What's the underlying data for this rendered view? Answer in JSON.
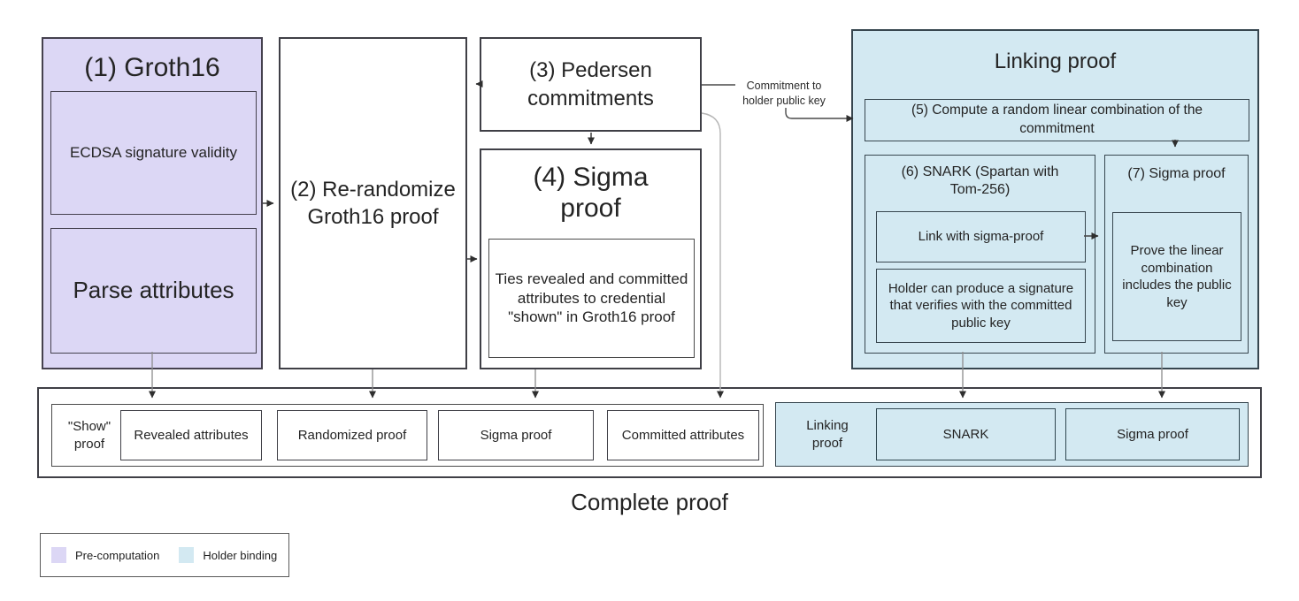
{
  "palette": {
    "precomputation_fill": "#dcd7f5",
    "holder_binding_fill": "#d3e9f2",
    "box_border": "#3f3f46",
    "connector_dark": "#4a4a4a",
    "connector_gray": "#8c8c8c",
    "connector_light": "#b5b5b5"
  },
  "nodes": {
    "groth16": {
      "title": "(1) Groth16",
      "ecdsa": "ECDSA signature validity",
      "parse": "Parse attributes"
    },
    "rerandomize": {
      "label": "(2) Re-randomize Groth16 proof"
    },
    "pedersen": {
      "label": "(3) Pedersen commitments"
    },
    "sigma4": {
      "title": "(4) Sigma proof",
      "body": "Ties revealed and committed attributes to credential \"shown\" in Groth16 proof"
    },
    "linking": {
      "title": "Linking proof",
      "step5": {
        "label": "(5) Compute a random linear combination of the commitment"
      },
      "step6": {
        "title": "(6) SNARK (Spartan with Tom-256)",
        "link": "Link with sigma-proof",
        "holder": "Holder can produce a signature that verifies with the committed public key"
      },
      "step7": {
        "title": "(7) Sigma proof",
        "body": "Prove the linear combination includes the public key"
      }
    }
  },
  "edge_label": "Commitment to holder public key",
  "complete": {
    "caption": "Complete proof",
    "show_label": "\"Show\" proof",
    "items": [
      "Revealed attributes",
      "Randomized proof",
      "Sigma proof",
      "Committed attributes"
    ],
    "linking_label": "Linking proof",
    "linking_items": [
      "SNARK",
      "Sigma proof"
    ]
  },
  "legend": {
    "items": [
      {
        "label": "Pre-computation",
        "color": "#dcd7f5"
      },
      {
        "label": "Holder binding",
        "color": "#d3e9f2"
      }
    ]
  }
}
